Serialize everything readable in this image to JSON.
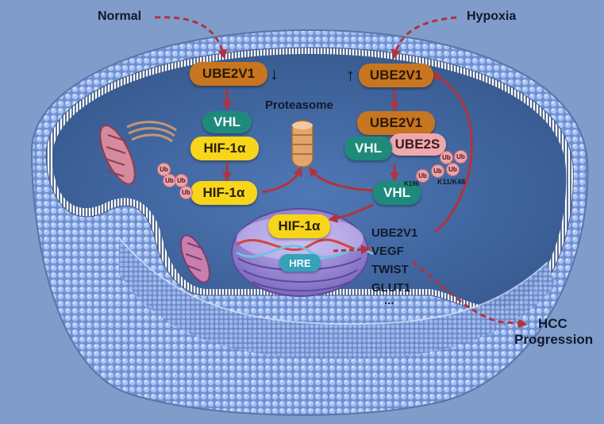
{
  "labels": {
    "normal": "Normal",
    "hypoxia": "Hypoxia",
    "proteasome": "Proteasome",
    "hcc_line1": "HCC",
    "hcc_line2": "Progression",
    "hre": "HRE",
    "k196": "K196",
    "k11k48": "K11/K48"
  },
  "normal_pathway": {
    "ube2v1": "UBE2V1",
    "down_arrow": "↓",
    "vhl": "VHL",
    "hif1a": "HIF-1α",
    "hif1a_ub": "HIF-1α"
  },
  "hypoxia_pathway": {
    "up_arrow": "↑",
    "ube2v1": "UBE2V1",
    "ube2v1_complex": "UBE2V1",
    "vhl_complex": "VHL",
    "ube2s": "UBE2S",
    "vhl_ub": "VHL"
  },
  "nucleus": {
    "hif1a": "HIF-1α"
  },
  "ub_tag": "Ub",
  "target_genes": [
    "UBE2V1",
    "VEGF",
    "TWIST",
    "GLUT1",
    "..."
  ],
  "colors": {
    "background": "#7f9ccb",
    "ube2v1": "#c7761f",
    "vhl": "#1f8a7b",
    "hif1a": "#f7d51b",
    "ube2s": "#efa9ad",
    "ubiquitin": "#f0a2a9",
    "arrow": "#b3323c"
  }
}
